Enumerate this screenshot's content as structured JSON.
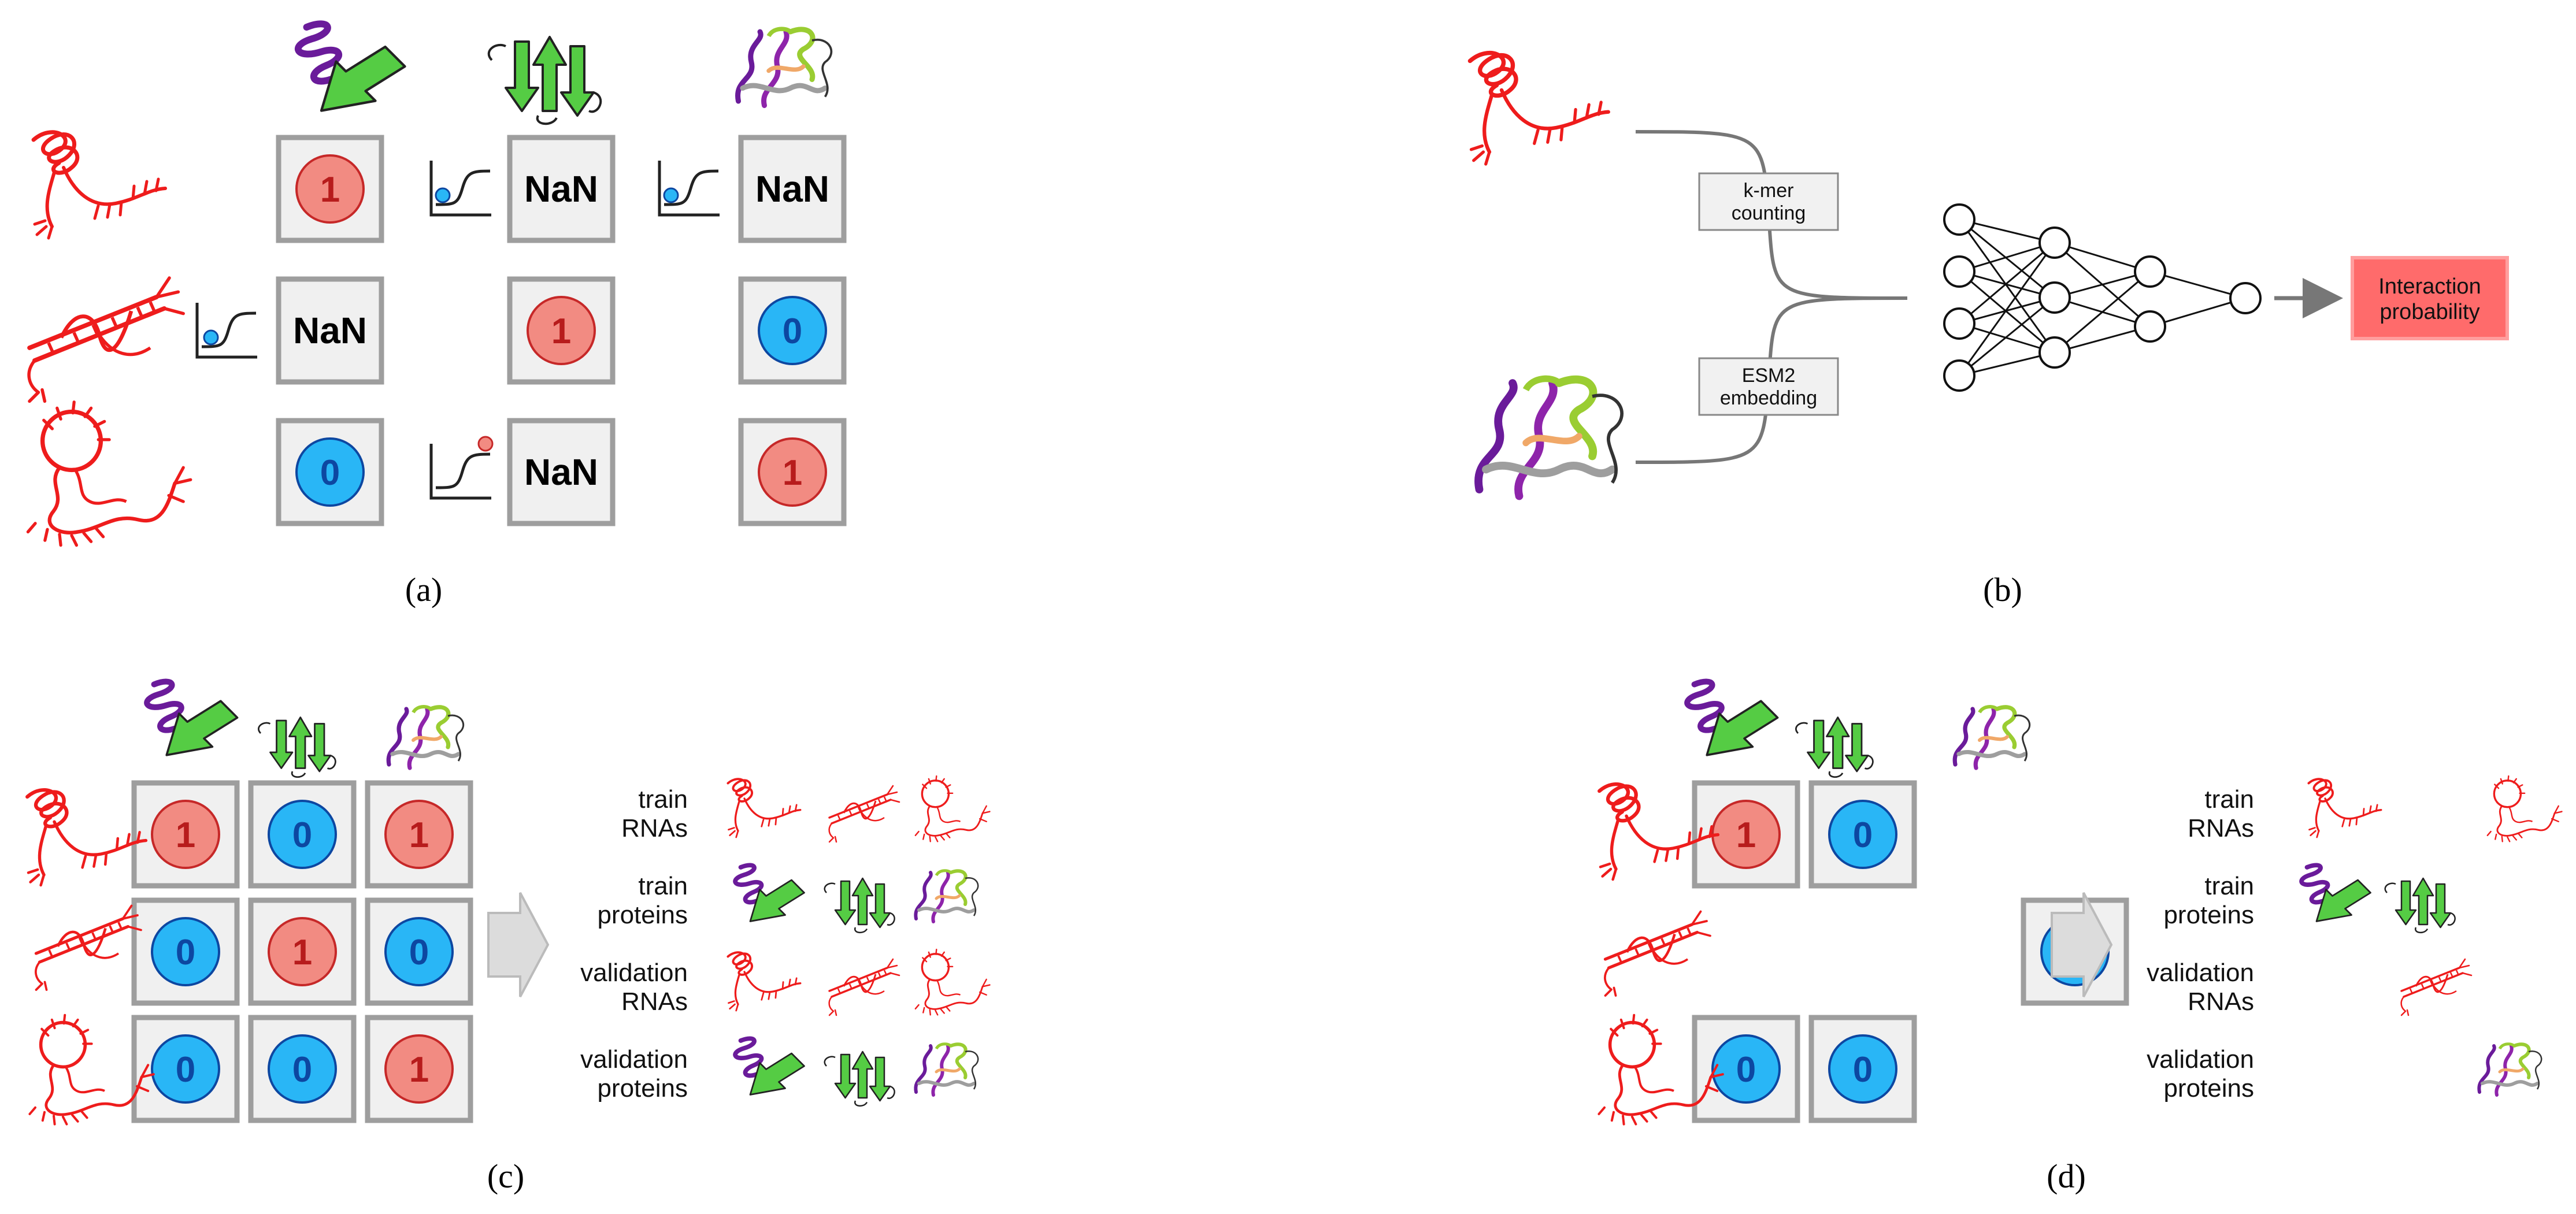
{
  "panels": {
    "a": {
      "caption": "(a)",
      "grid": [
        [
          "1",
          "NaN",
          "NaN"
        ],
        [
          "NaN",
          "1",
          "0"
        ],
        [
          "0",
          "NaN",
          "1"
        ]
      ]
    },
    "b": {
      "caption": "(b)",
      "kmer_line1": "k-mer",
      "kmer_line2": "counting",
      "esm_line1": "ESM2",
      "esm_line2": "embedding",
      "output_line1": "Interaction",
      "output_line2": "probability"
    },
    "c": {
      "caption": "(c)",
      "grid": [
        [
          "1",
          "0",
          "1"
        ],
        [
          "0",
          "1",
          "0"
        ],
        [
          "0",
          "0",
          "1"
        ]
      ],
      "labels": [
        [
          "train",
          "RNAs"
        ],
        [
          "train",
          "proteins"
        ],
        [
          "validation",
          "RNAs"
        ],
        [
          "validation",
          "proteins"
        ]
      ]
    },
    "d": {
      "caption": "(d)",
      "grid": [
        [
          "1",
          "0",
          ""
        ],
        [
          "",
          "",
          "0"
        ],
        [
          "0",
          "0",
          ""
        ]
      ],
      "labels": [
        [
          "train",
          "RNAs"
        ],
        [
          "train",
          "proteins"
        ],
        [
          "validation",
          "RNAs"
        ],
        [
          "validation",
          "proteins"
        ]
      ]
    }
  },
  "colors": {
    "positive_fill": "#f28b82",
    "positive_stroke": "#c62828",
    "negative_fill": "#29b6f6",
    "negative_stroke": "#0d47a1",
    "rna": "#ee1c1c",
    "sheet": "#55cc44",
    "helix": "#6a1b9a",
    "output_box": "#ff6b6b"
  }
}
